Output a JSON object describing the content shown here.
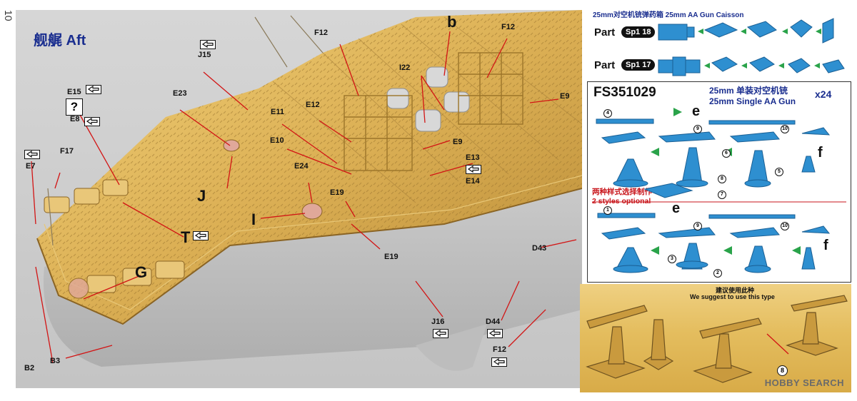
{
  "page_number": "10",
  "title": "舰艉 Aft",
  "labels": {
    "J15": "J15",
    "F12_a": "F12",
    "b": "b",
    "F12_b": "F12",
    "I22": "I22",
    "E9_a": "E9",
    "E15": "E15",
    "E8": "E8",
    "E23": "E23",
    "E12": "E12",
    "E11": "E11",
    "E9_b": "E9",
    "E10": "E10",
    "E13": "E13",
    "E14": "E14",
    "E24": "E24",
    "E7": "E7",
    "F17": "F17",
    "J": "J",
    "I": "I",
    "E19_a": "E19",
    "T": "T",
    "G": "G",
    "E19_b": "E19",
    "D43": "D43",
    "J16": "J16",
    "D44": "D44",
    "F12_c": "F12",
    "B2": "B2",
    "B3": "B3",
    "question": "?"
  },
  "caisson": {
    "caption": "25mm对空机铳弹药箱 25mm AA Gun Caisson",
    "rows": [
      {
        "part": "Part",
        "pill": "Sp1 18"
      },
      {
        "part": "Part",
        "pill": "Sp1 17"
      }
    ]
  },
  "gun": {
    "code": "FS351029",
    "title_cn": "25mm 单装对空机铳",
    "title_en": "25mm Single AA Gun",
    "qty": "x24",
    "optional_cn": "两种样式选择制作",
    "optional_en": "2 styles optional",
    "letter_e": "e",
    "letter_f": "f",
    "steps": [
      "1",
      "2",
      "3",
      "4",
      "5",
      "6",
      "7",
      "8",
      "9",
      "10"
    ]
  },
  "suggest": {
    "cn": "建议使用此种",
    "en": "We suggest to use this type",
    "marker": "8"
  },
  "watermark": "HOBBY SEARCH",
  "colors": {
    "part_blue": "#2e8fd0",
    "title_blue": "#1a2e8f",
    "red": "#c8151b",
    "brass": "#d9b25a"
  }
}
